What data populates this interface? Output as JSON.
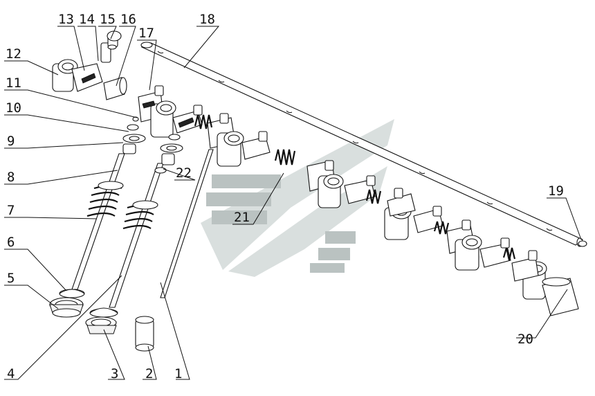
{
  "diagram": {
    "callouts": [
      "1",
      "2",
      "3",
      "4",
      "5",
      "6",
      "7",
      "8",
      "9",
      "10",
      "11",
      "12",
      "13",
      "14",
      "15",
      "16",
      "17",
      "18",
      "19",
      "20",
      "21",
      "22"
    ]
  },
  "colors": {
    "line": "#111111",
    "background": "#ffffff",
    "watermark_light": "#d6dcdc",
    "watermark_dark": "#b4bcbc"
  }
}
